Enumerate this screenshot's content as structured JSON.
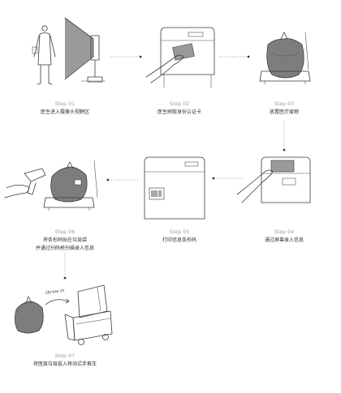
{
  "steps": [
    {
      "label": "Step 01",
      "desc": "医生进入摄像头视野区"
    },
    {
      "label": "Step 02",
      "desc": "医生刷取身份认证卡"
    },
    {
      "label": "Step 03",
      "desc": "放置医疗废物"
    },
    {
      "label": "Step 04",
      "desc": "通过屏幕录入信息"
    },
    {
      "label": "Step 05",
      "desc": "打印信息条形码"
    },
    {
      "label": "Step 06",
      "desc": "将条形码贴在垃圾袋",
      "desc2": "并通过扫码枪扫描录入信息"
    },
    {
      "label": "Step 07",
      "desc": "将医废垃圾投入移动式手推车"
    }
  ],
  "annotations": {
    "throw_in": "throw in"
  }
}
